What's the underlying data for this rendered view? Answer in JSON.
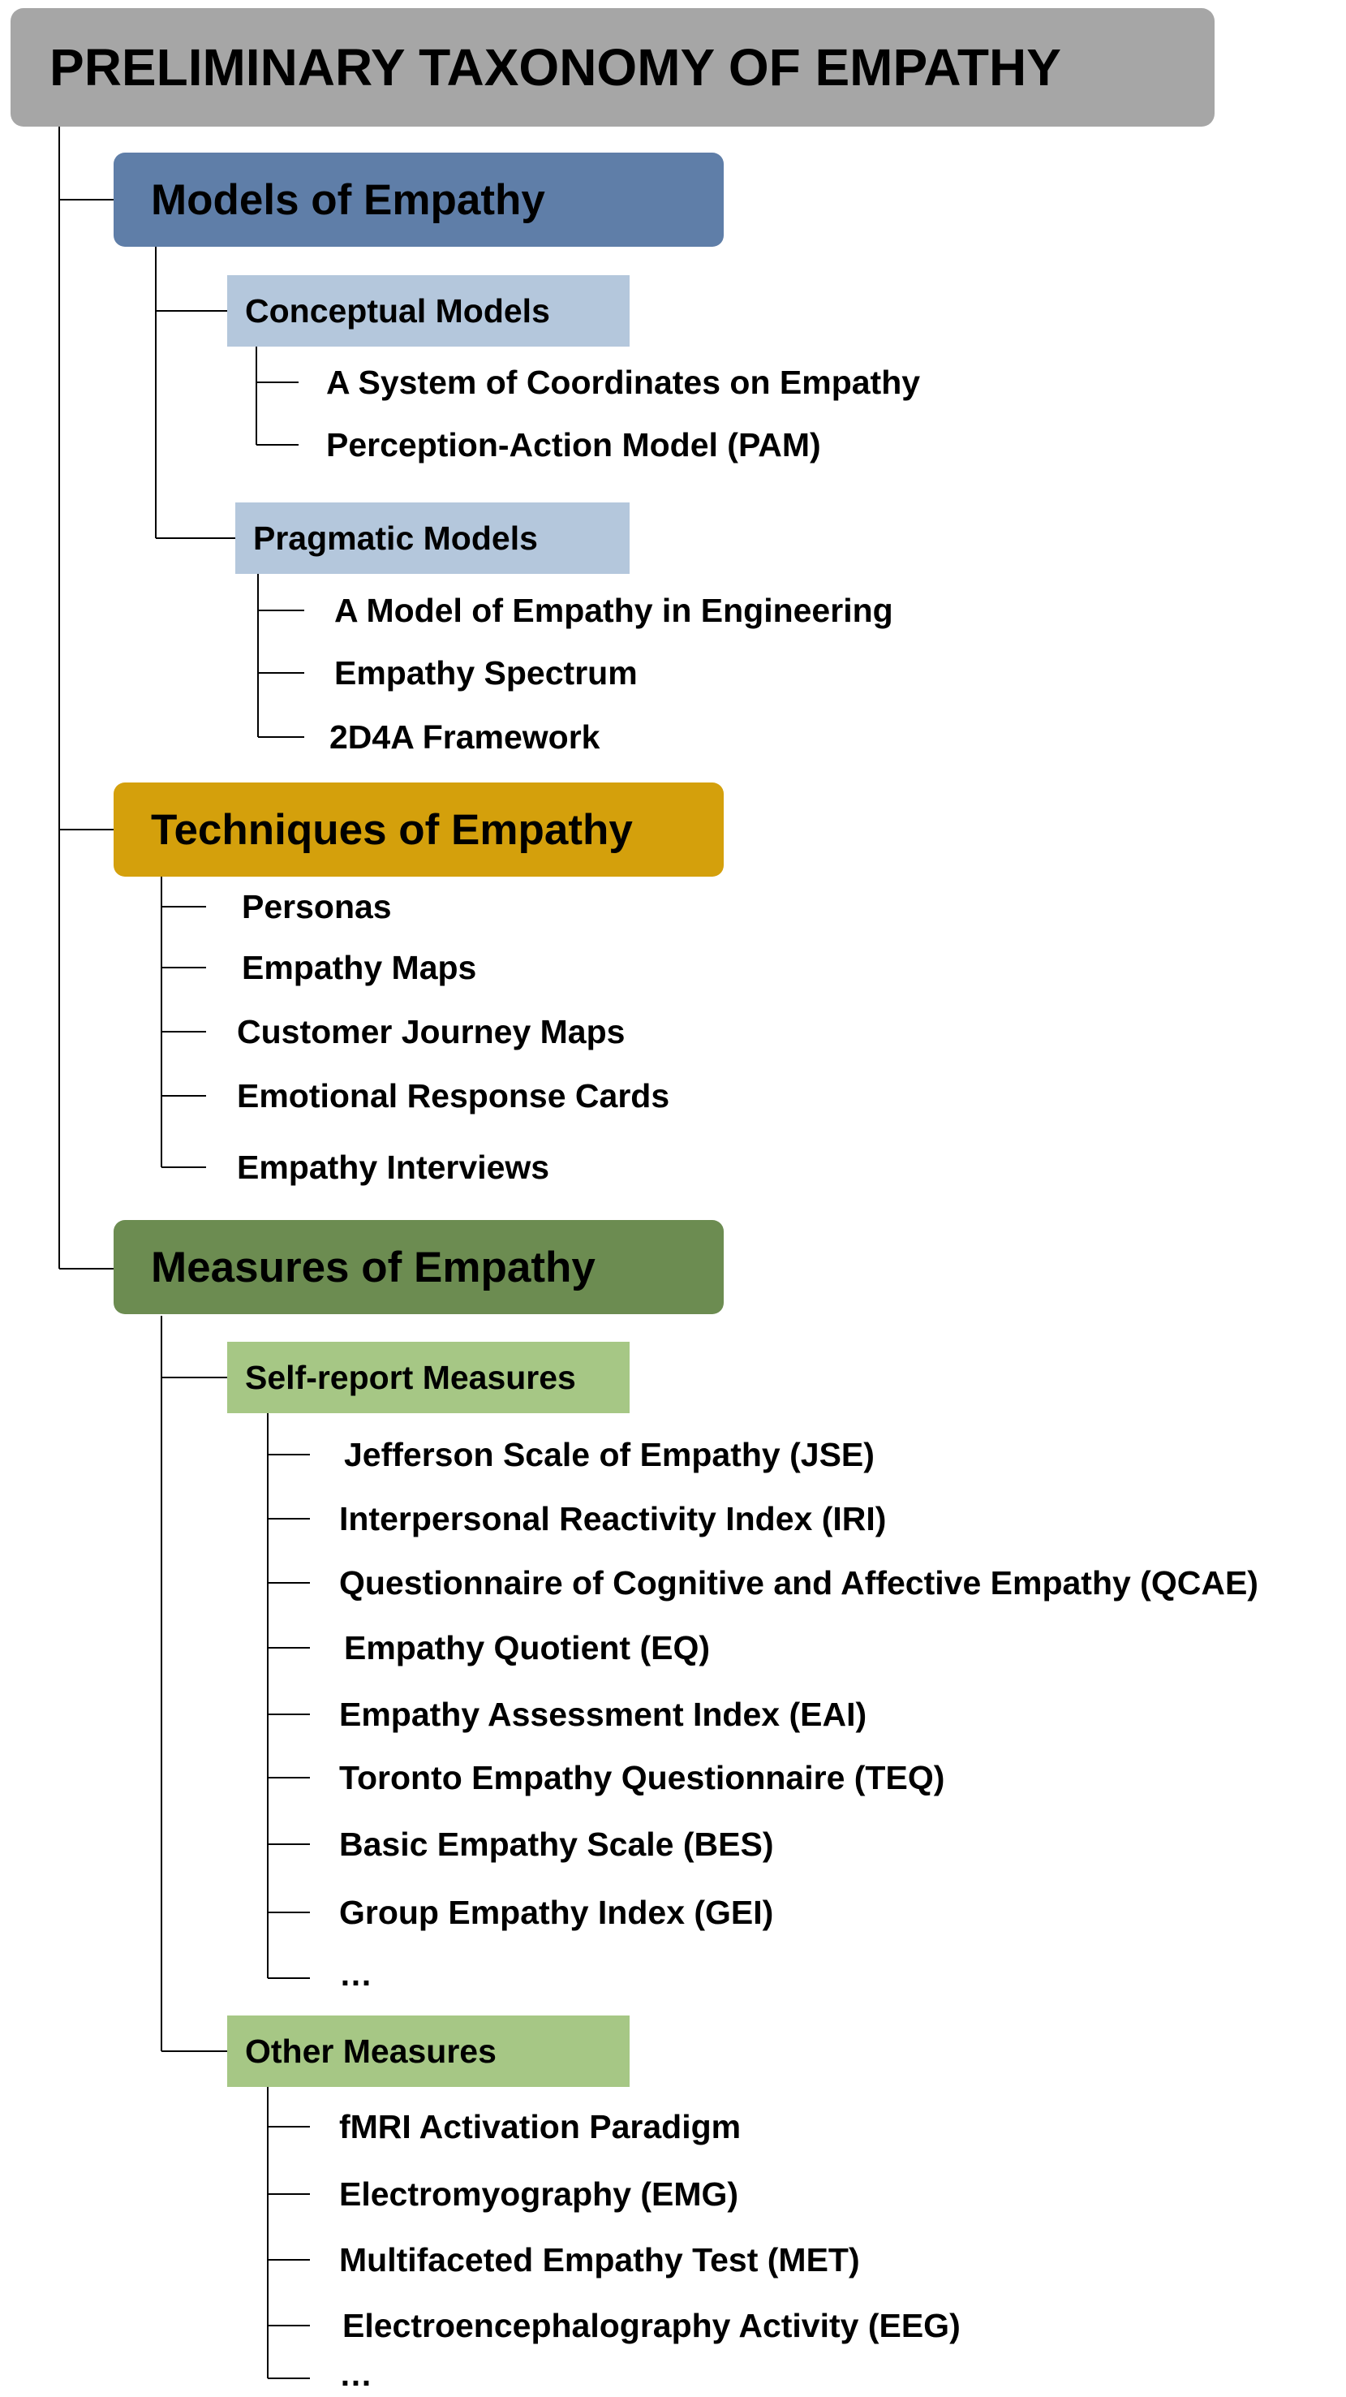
{
  "title": "PRELIMINARY TAXONOMY OF EMPATHY",
  "colors": {
    "root": "#a6a6a6",
    "models": "#5f7ea8",
    "models_sub": "#b4c7dc",
    "techniques": "#d4a00c",
    "measures": "#6c8c51",
    "measures_sub": "#a6c785",
    "lines": "#000000"
  },
  "models": {
    "label": "Models of Empathy",
    "conceptual": {
      "label": "Conceptual Models",
      "items": [
        "A System of Coordinates on Empathy",
        "Perception-Action Model (PAM)"
      ]
    },
    "pragmatic": {
      "label": "Pragmatic Models",
      "items": [
        "A Model of Empathy in Engineering",
        "Empathy Spectrum",
        "2D4A Framework"
      ]
    }
  },
  "techniques": {
    "label": "Techniques of Empathy",
    "items": [
      "Personas",
      "Empathy Maps",
      "Customer Journey Maps",
      "Emotional Response Cards",
      "Empathy Interviews"
    ]
  },
  "measures": {
    "label": "Measures of Empathy",
    "self_report": {
      "label": "Self-report Measures",
      "items": [
        "Jefferson Scale of Empathy (JSE)",
        "Interpersonal Reactivity Index (IRI)",
        "Questionnaire of Cognitive and Affective Empathy (QCAE)",
        "Empathy Quotient (EQ)",
        "Empathy Assessment Index (EAI)",
        "Toronto Empathy Questionnaire (TEQ)",
        "Basic Empathy Scale (BES)",
        "Group Empathy Index (GEI)",
        "…"
      ]
    },
    "other": {
      "label": "Other Measures",
      "items": [
        "fMRI Activation Paradigm",
        "Electromyography (EMG)",
        "Multifaceted Empathy Test (MET)",
        "Electroencephalography Activity (EEG)",
        "…"
      ]
    }
  }
}
